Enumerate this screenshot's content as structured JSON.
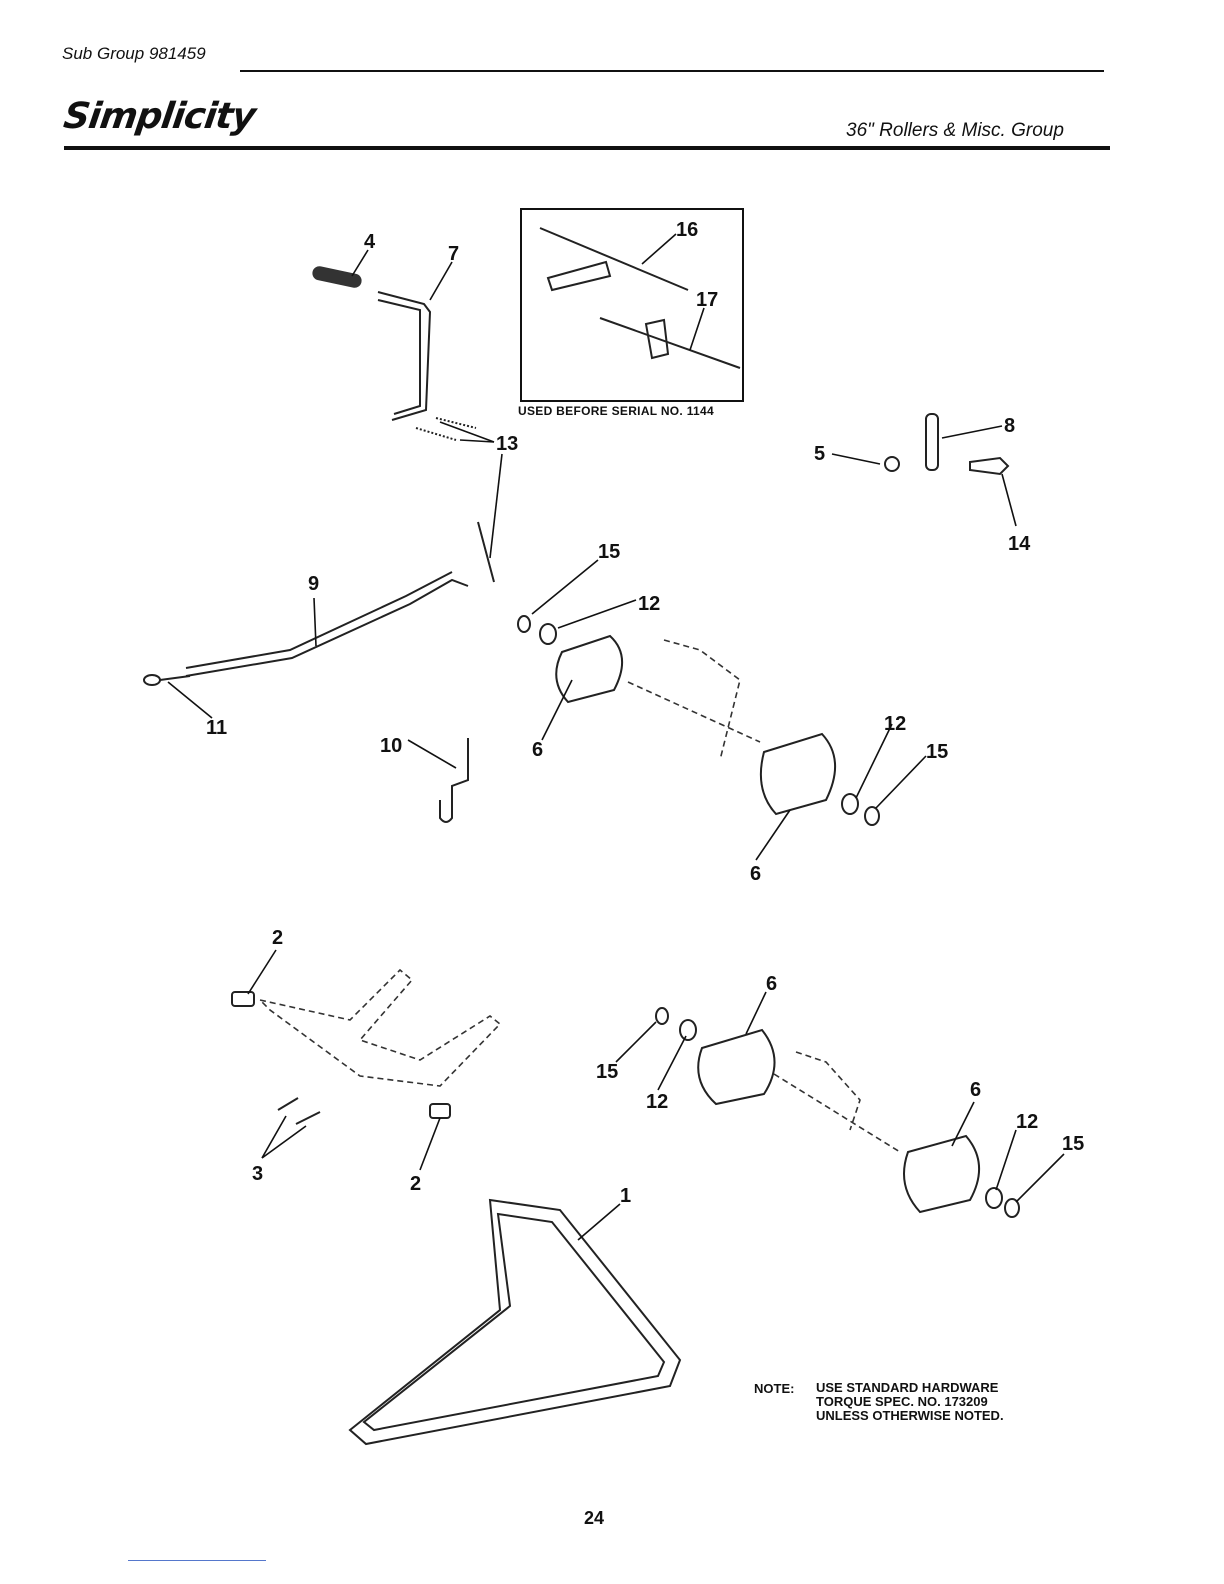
{
  "header": {
    "subgroup": "Sub Group 981459",
    "brand": "Simplicity",
    "group_title": "36\" Rollers & Misc. Group"
  },
  "inset": {
    "caption": "USED BEFORE SERIAL NO. 1144"
  },
  "callouts": {
    "c1": "1",
    "c2a": "2",
    "c2b": "2",
    "c3": "3",
    "c4": "4",
    "c5": "5",
    "c6a": "6",
    "c6b": "6",
    "c6c": "6",
    "c6d": "6",
    "c7": "7",
    "c8": "8",
    "c9": "9",
    "c10": "10",
    "c11": "11",
    "c12a": "12",
    "c12b": "12",
    "c12c": "12",
    "c12d": "12",
    "c13": "13",
    "c14": "14",
    "c15a": "15",
    "c15b": "15",
    "c15c": "15",
    "c15d": "15",
    "c16": "16",
    "c17": "17"
  },
  "note": {
    "label": "NOTE:",
    "line1": "USE STANDARD HARDWARE",
    "line2": "TORQUE SPEC. NO. 173209",
    "line3": "UNLESS OTHERWISE NOTED."
  },
  "page_number": "24"
}
